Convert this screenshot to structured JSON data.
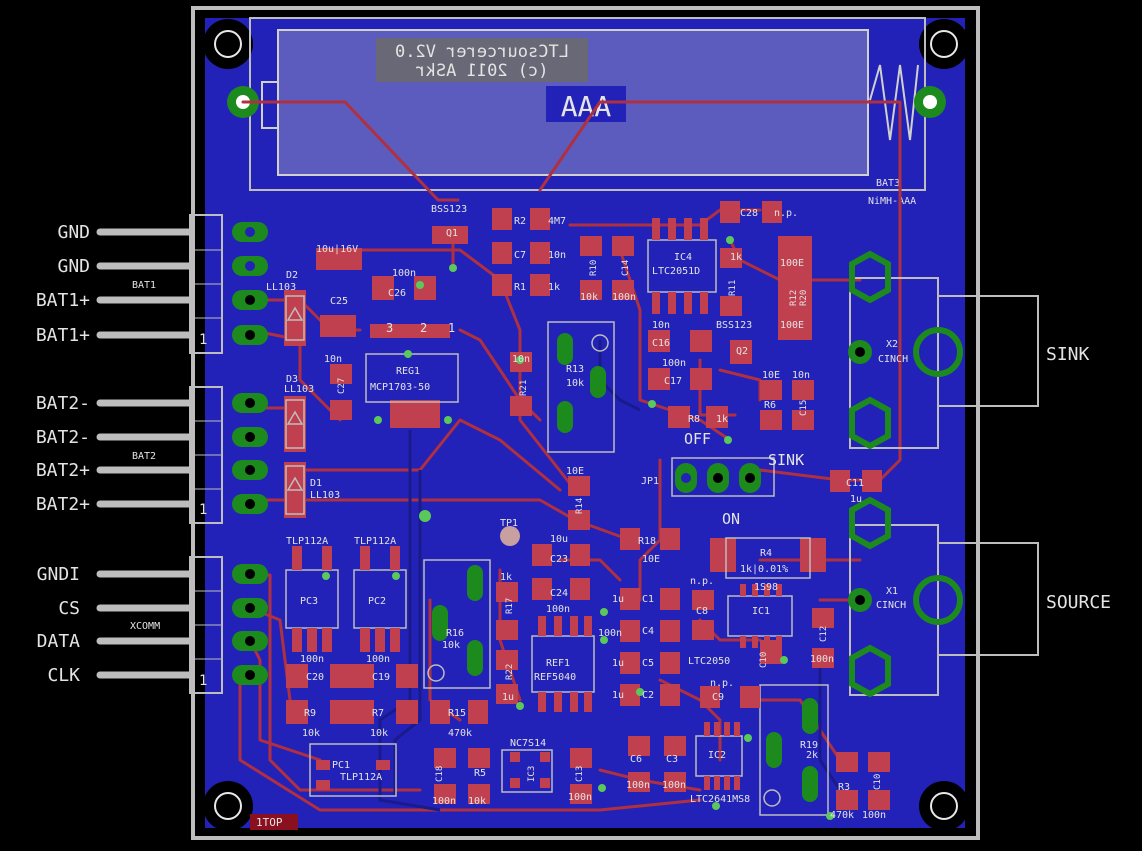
{
  "title_silk": "LTCsourcerer V2.0",
  "copyright_silk": "(c) 2011 ASkr",
  "battery_label": "AAA",
  "top_label": "1TOP",
  "colors": {
    "board_bg": "#000000",
    "copper_fill": "#2222b8",
    "trace": "#b03040",
    "pad": "#c04050",
    "silk": "#bdbdbd",
    "via": "#5bc85b",
    "outline": "#bdbdbd"
  },
  "connectors": {
    "bat1": {
      "group_label": "BAT1",
      "pins": [
        "GND",
        "GND",
        "BAT1+",
        "BAT1+"
      ]
    },
    "bat2": {
      "group_label": "BAT2",
      "pins": [
        "BAT2-",
        "BAT2-",
        "BAT2+",
        "BAT2+"
      ]
    },
    "xcomm": {
      "group_label": "XCOMM",
      "pins": [
        "GNDI",
        "CS",
        "DATA",
        "CLK"
      ]
    },
    "pin1_mark": "1"
  },
  "outputs": {
    "sink": "SINK",
    "source": "SOURCE",
    "x2_label": "X2",
    "x1_label": "X1",
    "cinch": "CINCH"
  },
  "jumper": {
    "name": "JP1",
    "off": "OFF",
    "on": "ON",
    "sink": "SINK"
  },
  "components": {
    "bat3": "BAT3",
    "nimh": "NiMH-AAA",
    "q1": "Q1",
    "bss123_a": "BSS123",
    "bss123_b": "BSS123",
    "q2": "Q2",
    "r2": "R2",
    "r2_val": "4M7",
    "c7": "C7",
    "c7_val": "10n",
    "r1": "R1",
    "r1_val": "1k",
    "r10": "R10",
    "r10_val": "10k",
    "c14": "C14",
    "c14_val": "100n",
    "ic4": "IC4",
    "ltc2051": "LTC2051D",
    "c28": "C28",
    "c28_val": "n.p.",
    "r11": "R11",
    "r11_val": "1k",
    "r12": "R12",
    "r12_val": "100E",
    "r20": "R20",
    "r20_val": "100E",
    "r_100e": "100E",
    "d2": "D2",
    "ll103_a": "LL103",
    "c25_val": "10u|16V",
    "c25": "C25",
    "c26": "C26",
    "c26_val": "100n",
    "reg1": "REG1",
    "mcp": "MCP1703-50",
    "reg_pins": [
      "3",
      "2",
      "1"
    ],
    "c27": "C27",
    "c27_val": "10n",
    "r21": "R21",
    "r21_val": "10n",
    "r13": "R13",
    "r13_val": "10k",
    "c16": "C16",
    "c16_val": "10n",
    "c17": "C17",
    "c17_val": "100n",
    "r8": "R8",
    "r8_val": "1k",
    "r6": "R6",
    "r6_val": "10E",
    "c15": "C15",
    "c15_val": "10n",
    "d3": "D3",
    "ll103_b": "LL103",
    "d1": "D1",
    "ll103_c": "LL103",
    "r14": "R14",
    "r14_val": "10E",
    "c11": "C11",
    "c11_val": "1u",
    "tp1": "TP1",
    "r18": "R18",
    "r18_val": "10E",
    "r4": "R4",
    "r4_val": "1k|0.01%",
    "pc3": "PC3",
    "pc2": "PC2",
    "tlp_a": "TLP112A",
    "tlp_b": "TLP112A",
    "c23": "C23",
    "c23_val": "10u",
    "c24": "C24",
    "c24_val": "100n",
    "r17": "R17",
    "r17_val": "1k",
    "r16": "R16",
    "r16_val": "10k",
    "c1": "C1",
    "c1_val": "1u",
    "c4": "C4",
    "c4_val": "100n",
    "c8": "C8",
    "c8_val": "n.p.",
    "ic1": "IC1",
    "ic1_val": "1S98",
    "c12": "C12",
    "c12_val": "100n",
    "c20": "C20",
    "c20_val": "100n",
    "c19": "C19",
    "c19_val": "100n",
    "r22": "R22",
    "r22_val": "1u",
    "ref1": "REF1",
    "ref5040": "REF5040",
    "c5": "C5",
    "c5_val": "1u",
    "ltc2050": "LTC2050",
    "c10": "C10",
    "c2": "C2",
    "c2_val": "1u",
    "c9": "C9",
    "c9_val": "n.p.",
    "r9": "R9",
    "r9_val": "10k",
    "r7": "R7",
    "r15": "R15",
    "r15_val": "470k",
    "pc1": "PC1",
    "tlp_c": "TLP112A",
    "nc7s14": "NC7S14",
    "c18": "C18",
    "c18_val": "100n",
    "r5": "R5",
    "r5_val": "10k",
    "c3_ic": "IC3",
    "c13": "C13",
    "c13_val": "100n",
    "c6": "C6",
    "c6_val": "100n",
    "c3": "C3",
    "c3_val": "100n",
    "ic2": "IC2",
    "ltc2641": "LTC2641MS8",
    "r19": "R19",
    "r19_val": "2k",
    "r3": "R3",
    "r3_val": "470k",
    "c10b": "C10",
    "c10b_val": "100n",
    "r10k_a": "10k",
    "r10k_b": "10k"
  }
}
